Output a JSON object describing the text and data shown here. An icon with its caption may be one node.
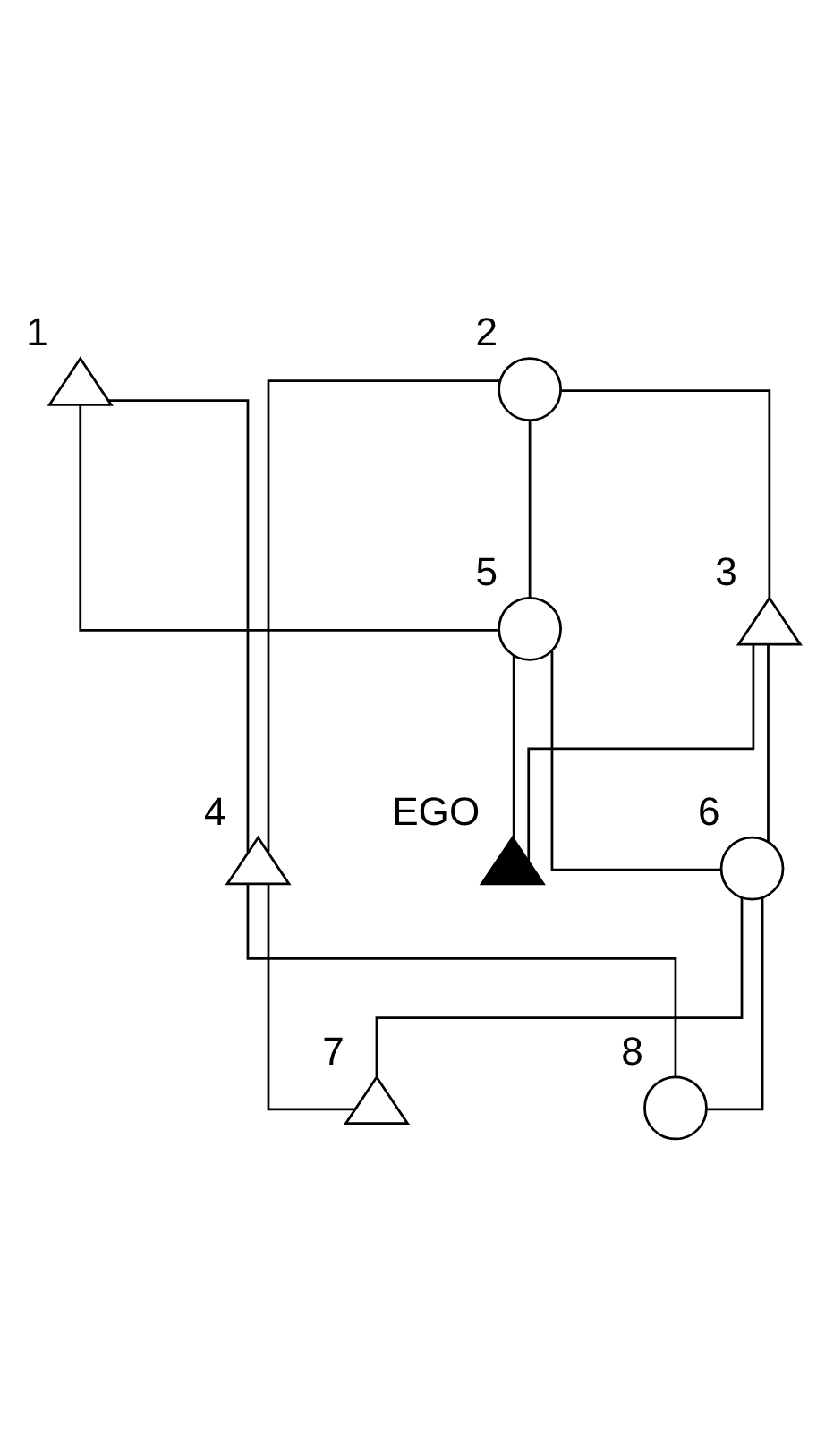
{
  "diagram": {
    "nodes": [
      {
        "text": [],
        "shape": "triangle",
        "beside": [
          "1"
        ]
      },
      {
        "text": [],
        "shape": "circle",
        "beside": [
          "2"
        ]
      },
      {
        "text": [],
        "shape": "triangle",
        "beside": [
          "3"
        ]
      },
      {
        "text": [],
        "shape": "triangle",
        "beside": [
          "4"
        ]
      },
      {
        "text": [],
        "shape": "circle",
        "beside": [
          "5"
        ]
      },
      {
        "text": [],
        "shape": "circle",
        "beside": [
          "6"
        ]
      },
      {
        "text": [],
        "shape": "triangle",
        "beside": [
          "EGO"
        ]
      },
      {
        "text": [],
        "shape": "triangle",
        "beside": [
          "7"
        ]
      },
      {
        "text": [],
        "shape": "circle",
        "beside": [
          "8"
        ]
      }
    ],
    "edges": [
      {
        "from": 1,
        "to": 2,
        "arrow": "none"
      },
      {
        "from": 0,
        "to": 3,
        "arrow": "none"
      },
      {
        "from": 0,
        "to": 4,
        "arrow": "none"
      },
      {
        "from": 1,
        "to": 3,
        "arrow": "none"
      },
      {
        "from": 1,
        "to": 4,
        "arrow": "none"
      },
      {
        "from": 4,
        "to": 5,
        "arrow": "none"
      },
      {
        "from": 4,
        "to": 6,
        "arrow": "none"
      },
      {
        "from": 2,
        "to": 5,
        "arrow": "none"
      },
      {
        "from": 2,
        "to": 6,
        "arrow": "none"
      },
      {
        "from": 3,
        "to": 7,
        "arrow": "none"
      },
      {
        "from": 3,
        "to": 8,
        "arrow": "none"
      },
      {
        "from": 5,
        "to": 7,
        "arrow": "none"
      },
      {
        "from": 5,
        "to": 8,
        "arrow": "none"
      }
    ]
  }
}
